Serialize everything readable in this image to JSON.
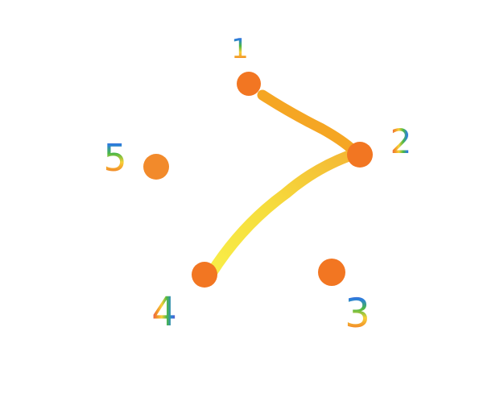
{
  "puzzle": {
    "dots": [
      {
        "label": "1"
      },
      {
        "label": "2"
      },
      {
        "label": "3"
      },
      {
        "label": "4"
      },
      {
        "label": "5"
      }
    ],
    "drawn_segments": [
      {
        "from": "1",
        "to": "2"
      },
      {
        "from": "2",
        "to": "4"
      }
    ]
  },
  "colors": {
    "dot": "#f27622",
    "dot_alt": "#f28a2b",
    "segment_1_2": "#f5a623",
    "segment_2_4": "#f4dc3a",
    "rainbow": [
      "#e84a5f",
      "#f28c28",
      "#f7d038",
      "#4cb944",
      "#2a7fde",
      "#7b3fb6"
    ]
  }
}
